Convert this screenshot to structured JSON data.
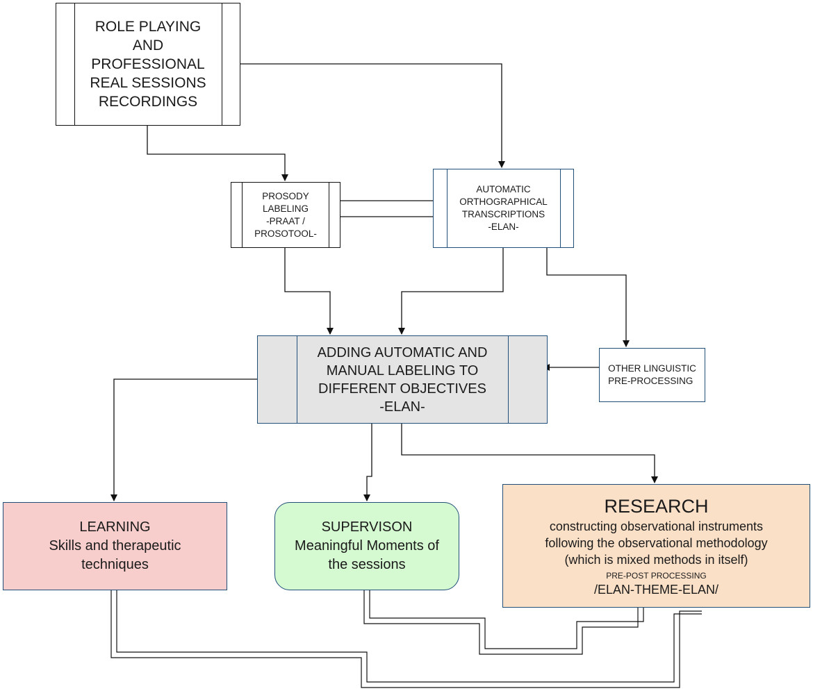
{
  "nodes": {
    "recordings": {
      "lines": [
        "ROLE PLAYING",
        "AND",
        "PROFESSIONAL",
        "REAL SESSIONS",
        "RECORDINGS"
      ]
    },
    "prosody": {
      "lines": [
        "PROSODY",
        "LABELING",
        "-PRAAT /",
        "PROSOTOOL-"
      ]
    },
    "transcriptions": {
      "lines": [
        "AUTOMATIC",
        "ORTHOGRAPHICAL",
        "TRANSCRIPTIONS",
        "-ELAN-"
      ]
    },
    "labeling": {
      "lines": [
        "ADDING AUTOMATIC AND",
        "MANUAL LABELING TO",
        "DIFFERENT OBJECTIVES",
        "-ELAN-"
      ]
    },
    "other": {
      "lines": [
        "OTHER LINGUISTIC",
        "PRE-PROCESSING"
      ]
    },
    "learning": {
      "lines": [
        "LEARNING",
        "Skills and therapeutic",
        "techniques"
      ]
    },
    "supervision": {
      "lines": [
        "SUPERVISON",
        "Meaningful Moments of",
        "the sessions"
      ]
    },
    "research": {
      "title": "RESEARCH",
      "lines": [
        "constructing observational instruments",
        "following the observational methodology",
        "(which is mixed methods in itself)"
      ],
      "small": "PRE-POST PROCESSING",
      "sub": "/ELAN-THEME-ELAN/"
    }
  },
  "colors": {
    "stroke": "#111111",
    "box_border_blue": "#1f4e79",
    "labeling_fill": "#e4e4e4",
    "learning_fill": "#f8cecc",
    "supervision_fill": "#d5f9d0",
    "research_fill": "#fbe0c8"
  }
}
